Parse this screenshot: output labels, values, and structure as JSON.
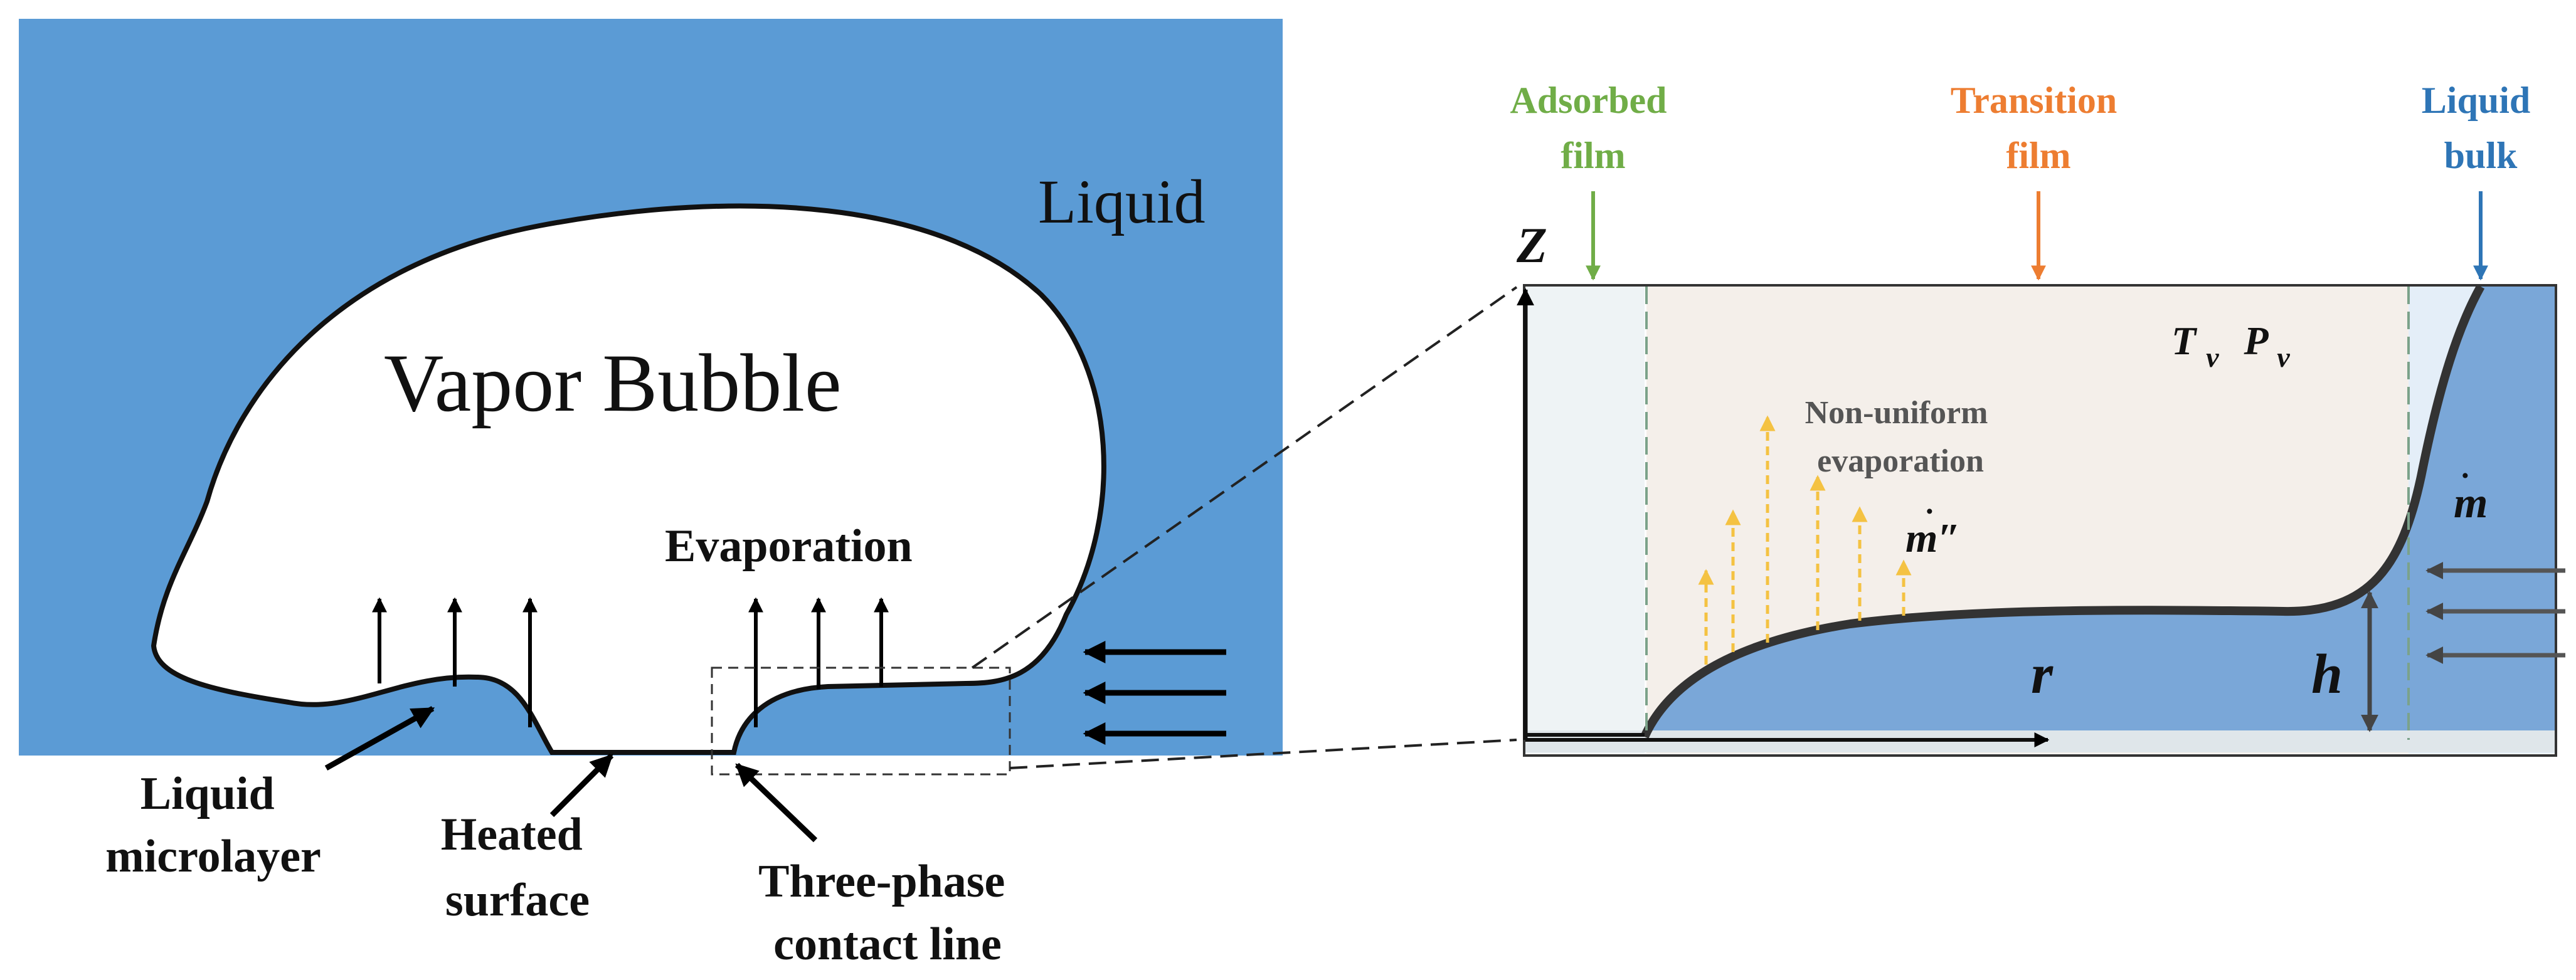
{
  "left_panel": {
    "liquid_label": "Liquid",
    "bubble_label": "Vapor Bubble",
    "evaporation_label": "Evaporation",
    "microlayer_label_line1": "Liquid",
    "microlayer_label_line2": "microlayer",
    "heated_surface_label_line1": "Heated",
    "heated_surface_label_line2": "surface",
    "contact_line_label_line1": "Three-phase",
    "contact_line_label_line2": "contact line"
  },
  "right_panel": {
    "adsorbed_label_line1": "Adsorbed",
    "adsorbed_label_line2": "film",
    "transition_label_line1": "Transition",
    "transition_label_line2": "film",
    "bulk_label_line1": "Liquid",
    "bulk_label_line2": "bulk",
    "z_axis_label": "Z",
    "r_axis_label": "r",
    "h_label": "h",
    "tv_main": "T",
    "tv_sub": "v",
    "pv_main": "P",
    "pv_sub": "v",
    "nonuniform_line1": "Non-uniform",
    "nonuniform_line2": "evaporation",
    "mdot_flux_label": "m″",
    "mdot_label": "m"
  },
  "colors": {
    "liquid": "#5b9bd5",
    "adsorbed": "#70ad47",
    "transition": "#ed7d31",
    "bulk": "#2e75b6",
    "evap_arrow": "#f4c242"
  }
}
